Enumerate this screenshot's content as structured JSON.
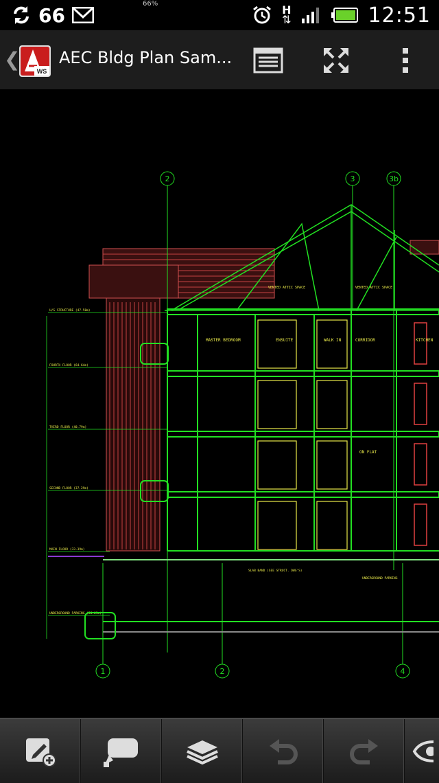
{
  "status_bar": {
    "notification_count": "66",
    "battery_small": "66%",
    "network": "H",
    "time": "12:51",
    "icons": [
      "sync-icon",
      "gmail-icon",
      "alarm-icon",
      "data-arrows-icon",
      "signal-icon",
      "battery-icon"
    ]
  },
  "action_bar": {
    "app_badge": "WS",
    "title": "AEC Bldg Plan Sam...",
    "buttons": [
      "sheets-icon",
      "fit-screen-icon",
      "overflow-menu-icon"
    ]
  },
  "drawing": {
    "grid_top": [
      "2",
      "3",
      "3b"
    ],
    "grid_bottom": [
      "1",
      "2",
      "4"
    ],
    "room_labels": [
      "MASTER BEDROOM",
      "ENSUITE",
      "WALK IN",
      "CORRIDOR",
      "KITCHEN"
    ],
    "attic": [
      "VENTED ATTIC SPACE",
      "VENTED ATTIC SPACE"
    ],
    "floors": [
      "U/S STRUCTURE (47.50m)",
      "FOURTH FLOOR (64.64m)",
      "THIRD FLOOR (40.79m)",
      "SECOND FLOOR (37.29m)",
      "MAIN FLOOR (33.39m)",
      "UNDERGROUND PARKING (36.09m)"
    ],
    "other": [
      "UNDERGROUND PARKING",
      "SLAB BAND (SEE STRUCT. DWG'S)",
      "ON FLAT"
    ]
  },
  "toolbar": {
    "buttons": [
      "edit-add-icon",
      "comment-icon",
      "layers-icon",
      "undo-icon",
      "redo-icon",
      "view-icon"
    ]
  },
  "colors": {
    "drawing_green": "#22e022",
    "drawing_yellow": "#e8e84a",
    "drawing_red": "#e04040",
    "background": "#000000"
  }
}
